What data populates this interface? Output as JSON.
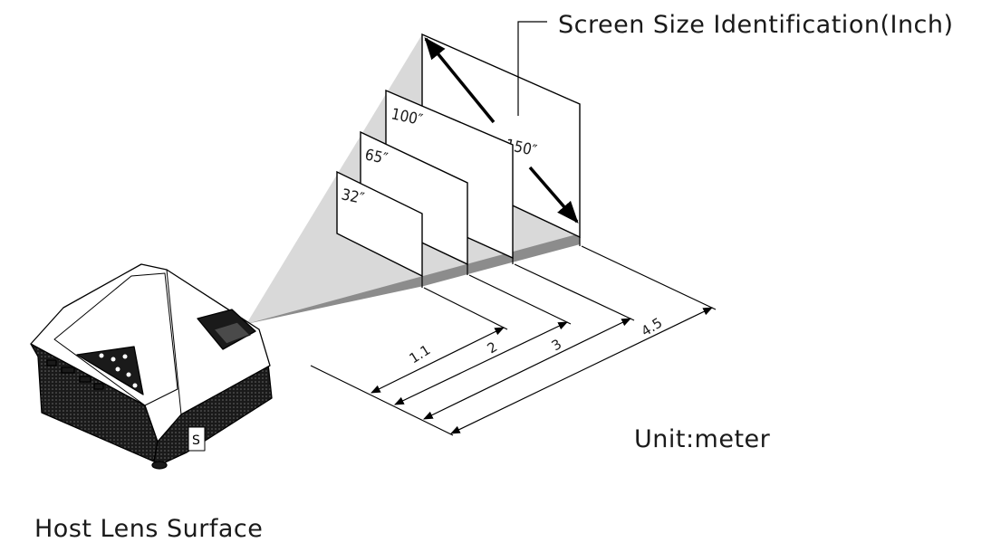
{
  "title": "Screen Size Identification(Inch)",
  "unit_label": "Unit:meter",
  "lens_label": "Host Lens Surface",
  "screens": [
    {
      "size_label": "32″"
    },
    {
      "size_label": "65″"
    },
    {
      "size_label": "100″"
    },
    {
      "size_label": "150″"
    }
  ],
  "distances": [
    {
      "label": "1.1"
    },
    {
      "label": "2"
    },
    {
      "label": "3"
    },
    {
      "label": "4.5"
    }
  ],
  "colors": {
    "ink": "#000000",
    "light_beam": "#d9d9d9",
    "dark_beam": "#8c8c8c",
    "projector_body": "#ffffff",
    "vent_grille": "#1a1a1a"
  }
}
